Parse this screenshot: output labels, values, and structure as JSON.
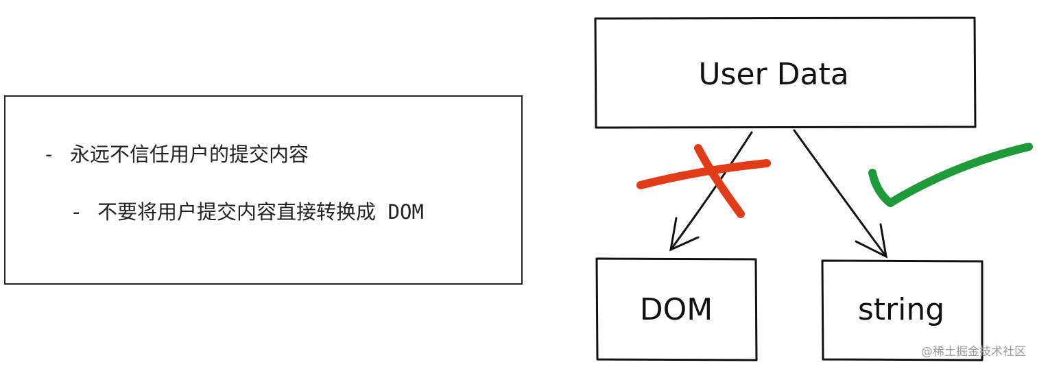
{
  "notes": {
    "line1": {
      "bullet": "-",
      "text": "永远不信任用户的提交内容"
    },
    "line2": {
      "bullet": "-",
      "text": "不要将用户提交内容直接转换成",
      "tail": "DOM"
    }
  },
  "diagram": {
    "top_box": "User Data",
    "left_box": "DOM",
    "right_box": "string",
    "reject_color": "#e23b18",
    "accept_color": "#1e9a3a"
  },
  "watermark": "@稀土掘金技术社区"
}
